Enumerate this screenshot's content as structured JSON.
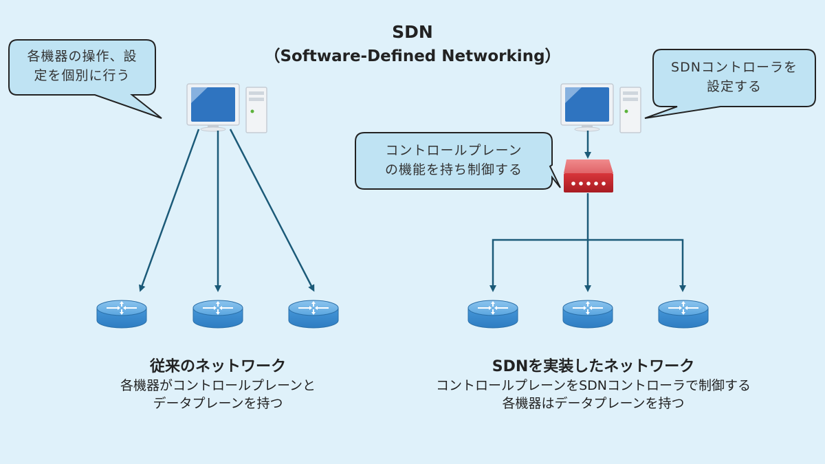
{
  "title": {
    "main": "SDN",
    "sub": "（Software-Defined Networking）"
  },
  "left": {
    "bubble": [
      "各機器の操作、設",
      "定を個別に行う"
    ],
    "computer_icon": "desktop-computer-icon",
    "router_icon": "router-icon",
    "router_count": 3,
    "caption": {
      "title": "従来のネットワーク",
      "lines": [
        "各機器がコントロールプレーンと",
        "データプレーンを持つ"
      ]
    }
  },
  "right": {
    "bubble_top": [
      "SDNコントローラを",
      "設定する"
    ],
    "bubble_mid": [
      "コントロールプレーン",
      "の機能を持ち制御する"
    ],
    "computer_icon": "desktop-computer-icon",
    "controller_icon": "sdn-controller-icon",
    "router_icon": "router-icon",
    "router_count": 3,
    "caption": {
      "title": "SDNを実装したネットワーク",
      "lines": [
        "コントロールプレーンをSDNコントローラで制御する",
        "各機器はデータプレーンを持つ"
      ]
    }
  },
  "colors": {
    "background": "#dff1fa",
    "bubble_fill": "#bfe3f3",
    "arrow": "#1b5a78",
    "router": "#3d8fd0",
    "controller": "#c8262c",
    "monitor_screen": "#2f74c0"
  }
}
